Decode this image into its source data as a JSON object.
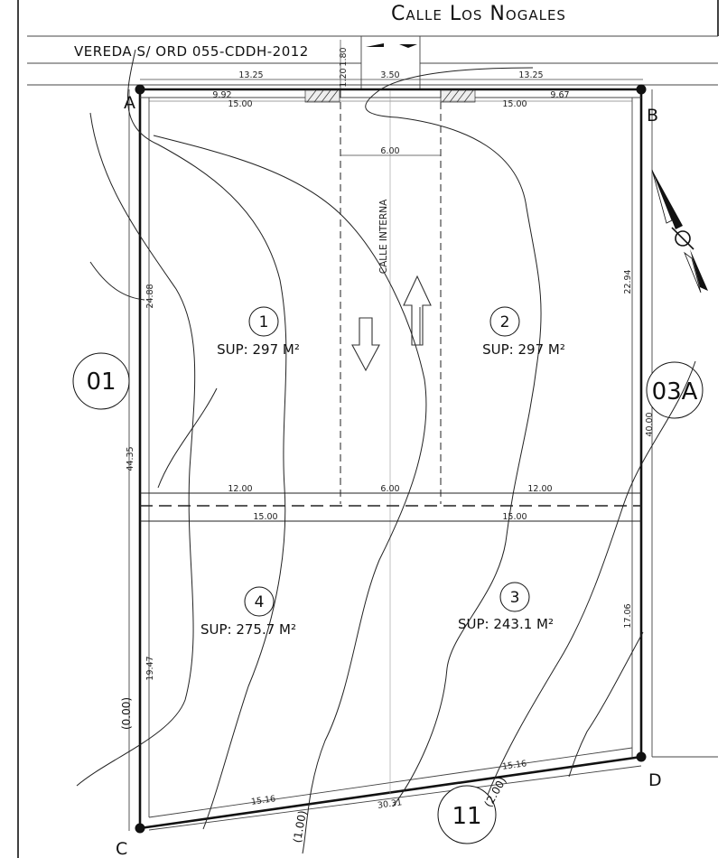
{
  "street_name": "Calle Los Nogales",
  "sidewalk_label": "VEREDA S/ ORD 055-CDDH-2012",
  "internal_street_label": "CALLE INTERNA",
  "corners": {
    "a": "A",
    "b": "B",
    "c": "C",
    "d": "D"
  },
  "neighbors": {
    "left": "01",
    "right": "03A",
    "bottom": "11"
  },
  "lots": [
    {
      "number": "1",
      "area": "SUP: 297 M²"
    },
    {
      "number": "2",
      "area": "SUP: 297 M²"
    },
    {
      "number": "3",
      "area": "SUP: 243.1 M²"
    },
    {
      "number": "4",
      "area": "SUP: 275.7 M²"
    }
  ],
  "dimensions": {
    "top_left_frontage": "13.25",
    "access_width": "3.50",
    "top_right_frontage": "13.25",
    "lot1_partial_front": "9.92",
    "lot2_partial_front": "9.67",
    "lot1_front": "15.00",
    "lot2_front": "15.00",
    "internal_street_width_top": "6.00",
    "lot4_front": "12.00",
    "internal_street_width_mid": "6.00",
    "lot3_front": "12.00",
    "lot4_width": "15.00",
    "lot3_width": "15.00",
    "lot4_rear": "15.16",
    "lot3_rear": "15.16",
    "rear_total": "30.31",
    "lot1_depth": "24.88",
    "left_total_depth": "44.35",
    "lot4_depth": "19.47",
    "lot2_depth": "22.94",
    "right_total_depth": "40.00",
    "lot3_depth": "17.06",
    "sidewalk_width": "1.80",
    "access_setback": "1.20"
  },
  "contour_labels": {
    "left": "(0.00)",
    "middle": "(1.00)",
    "right": "(2.00)"
  }
}
